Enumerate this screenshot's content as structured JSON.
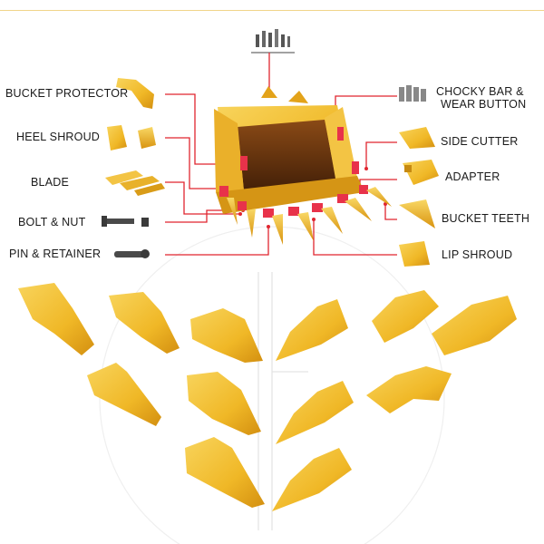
{
  "labels": {
    "bucket_protector": "BUCKET PROTECTOR",
    "heel_shroud": "HEEL SHROUD",
    "blade": "BLADE",
    "bolt_nut": "BOLT & NUT",
    "pin_retainer": "PIN & RETAINER",
    "chocky_bar_line1": "CHOCKY BAR &",
    "chocky_bar_line2": "WEAR BUTTON",
    "side_cutter": "SIDE CUTTER",
    "adapter": "ADAPTER",
    "bucket_teeth": "BUCKET TEETH",
    "lip_shroud": "LIP SHROUD"
  },
  "colors": {
    "part_yellow": "#f2bd2c",
    "part_yellow_dark": "#d89a12",
    "part_yellow_light": "#f8d45c",
    "leader_red": "#e0252f",
    "accent_red": "#e8324a",
    "bucket_interior": "#7a3d12",
    "steel_gray": "#4a4a4a",
    "watermark": "#e6e6e6"
  }
}
